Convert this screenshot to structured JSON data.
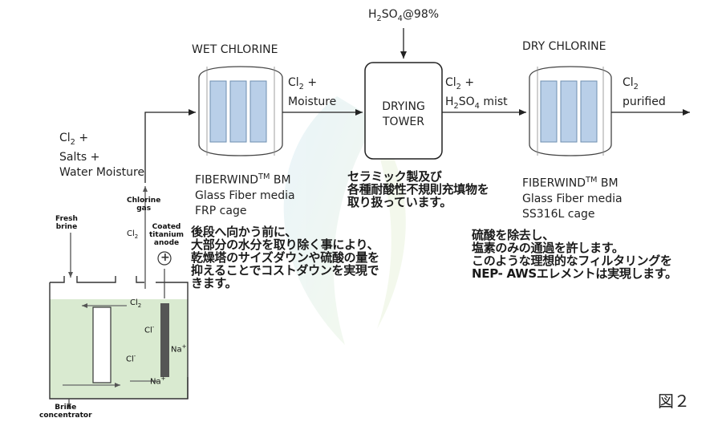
{
  "colors": {
    "line": "#222222",
    "cell_green": "#d9ead0",
    "media_blue": "#b9cfe8",
    "media_frame": "#6f8fb0"
  },
  "acid_feed": {
    "prefix": "H",
    "sub1": "2",
    "mid": "SO",
    "sub2": "4",
    "suffix": "@98%"
  },
  "inlet": {
    "line1_main": "Cl",
    "line1_sub": "2",
    "line1_tail": " +",
    "line2": "Salts +",
    "line3": "Water Moisture"
  },
  "wet_section": {
    "title": "WET CHLORINE",
    "out_line1_main": "Cl",
    "out_line1_sub": "2",
    "out_line1_tail": " +",
    "out_line2": "Moisture",
    "spec_brand": "FIBERWIND",
    "spec_tm": "TM",
    "spec_suffix": " BM",
    "spec_media": "Glass Fiber media",
    "spec_cage": "FRP cage"
  },
  "drying_tower": {
    "line1": "DRYING",
    "line2": "TOWER"
  },
  "to_dry": {
    "line1_main": "Cl",
    "line1_sub": "2",
    "line1_tail": " +",
    "line2_h": "H",
    "line2_sub1": "2",
    "line2_so": "SO",
    "line2_sub2": "4",
    "line2_tail": " mist"
  },
  "dry_section": {
    "title": "DRY CHLORINE",
    "out_line1_main": "Cl",
    "out_line1_sub": "2",
    "out_line2": "purified",
    "spec_brand": "FIBERWIND",
    "spec_tm": "TM",
    "spec_suffix": " BM",
    "spec_media": "Glass Fiber media",
    "spec_cage": "SS316L cage"
  },
  "tower_note": {
    "line1": "セラミック製及び",
    "line2": "各種耐酸性不規則充填物を",
    "line3": "取り扱っています。"
  },
  "wet_note": {
    "line1": "後段へ向かう前に、",
    "line2": "大部分の水分を取り除く事により、",
    "line3": "乾燥塔のサイズダウンや硫酸の量を",
    "line4": "抑えることでコストダウンを実現で",
    "line5": "きます。"
  },
  "dry_note": {
    "line1": "硫酸を除去し、",
    "line2": "塩素のみの通過を許します。",
    "line3": "このような理想的なフィルタリングを",
    "line4": "NEP- AWSエレメントは実現します。"
  },
  "cell": {
    "fresh_brine_1": "Fresh",
    "fresh_brine_2": "brine",
    "chlorine_gas_1": "Chlorine",
    "chlorine_gas_2": "gas",
    "coated_1": "Coated",
    "coated_2": "titanium",
    "coated_3": "anode",
    "cl2_main": "Cl",
    "cl2_sub": "2",
    "cl_minus": "Cl",
    "cl_minus_sup": "-",
    "na_plus": "Na",
    "na_plus_sup": "+",
    "anode_sign": "+",
    "brine_conc_1": "Brine",
    "brine_conc_2": "concentrator"
  },
  "figure_label": "図２"
}
